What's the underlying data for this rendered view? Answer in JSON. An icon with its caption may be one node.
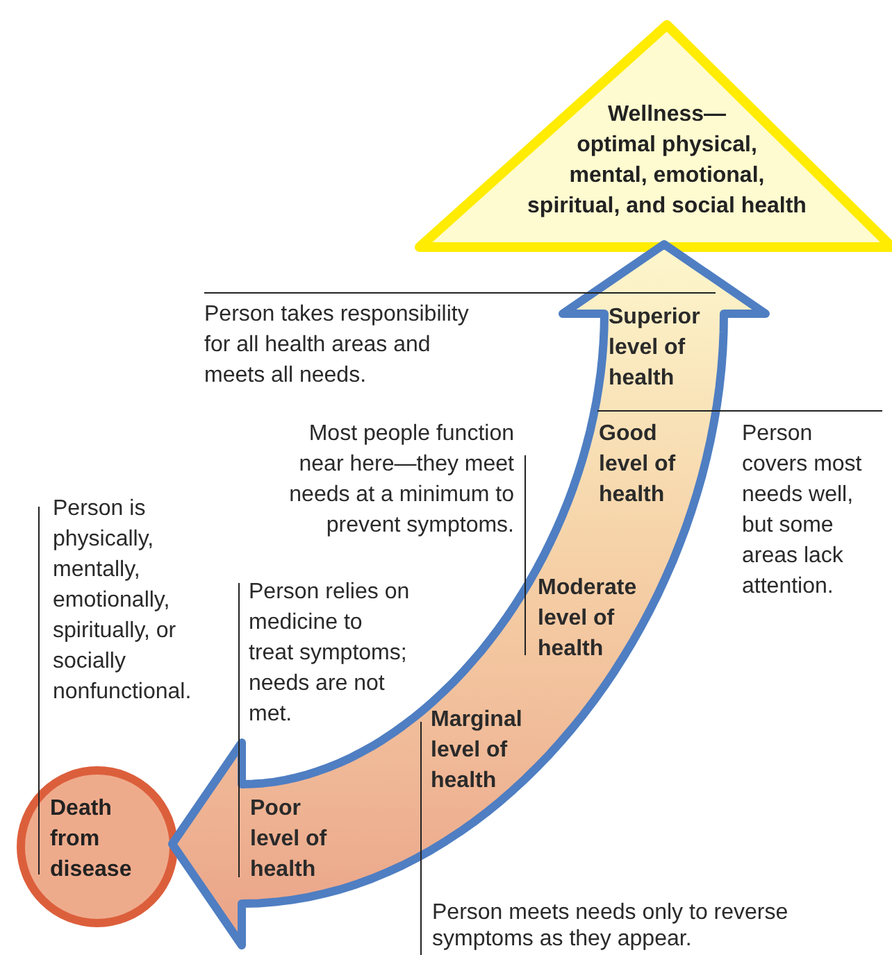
{
  "diagram": {
    "nodes": [
      {
        "text": [
          "Wellness— optimal physical, mental, emotional, spiritual, and social health"
        ]
      },
      {
        "text": [
          "Death from disease"
        ]
      }
    ],
    "edges": [
      {
        "from": 1,
        "to": 0,
        "arrow": "both",
        "style": "thick"
      }
    ],
    "labels": [
      "Person takes responsibility for all health areas and meets all needs.",
      "Superior level of health",
      "Most people function near here—they meet needs at a minimum to prevent symptoms.",
      "Good level of health",
      "Person covers most needs well, but some areas lack attention.",
      "Person is physically, mentally, emotionally, spiritually, or socially nonfunctional.",
      "Person relies on medicine to treat symptoms; needs are not met.",
      "Moderate level of health",
      "Marginal level of health",
      "Poor level of health",
      "Person meets needs only to reverse symptoms as they appear."
    ]
  }
}
